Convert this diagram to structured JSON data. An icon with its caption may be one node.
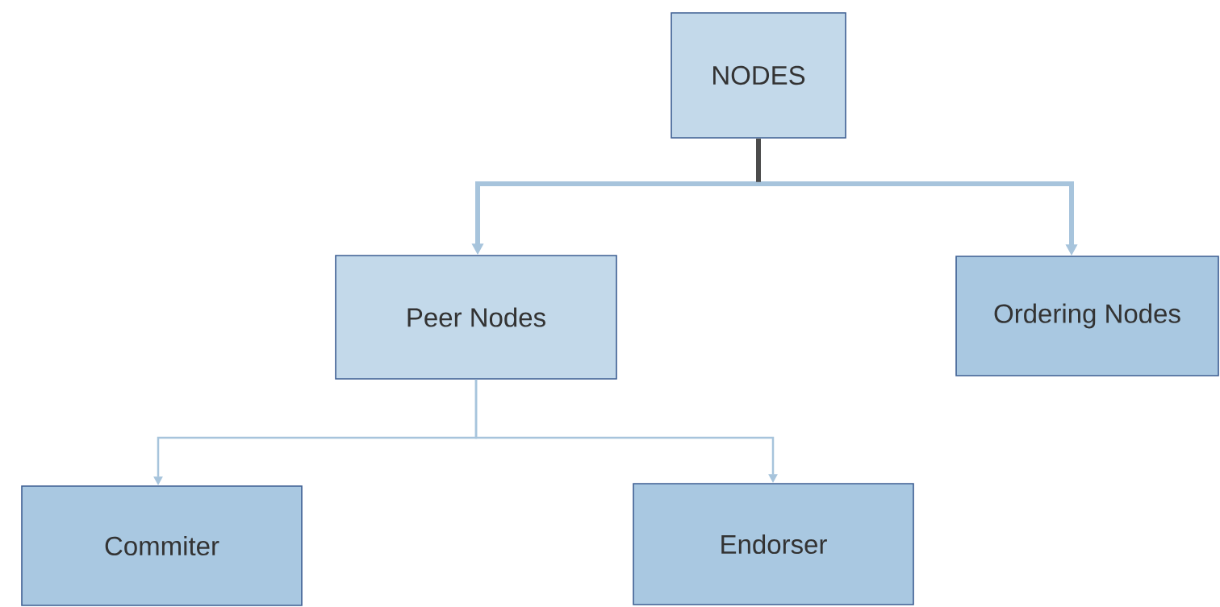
{
  "diagram": {
    "nodes": [
      {
        "text": [
          "NODES"
        ]
      },
      {
        "text": [
          "Peer Nodes"
        ]
      },
      {
        "text": [
          "Ordering Nodes"
        ]
      },
      {
        "text": [
          "Commiter"
        ]
      },
      {
        "text": [
          "Endorser"
        ]
      }
    ],
    "edges": [
      {
        "from": 0,
        "to": 1,
        "arrow": "to",
        "style": "thick"
      },
      {
        "from": 0,
        "to": 2,
        "arrow": "to",
        "style": "thick"
      },
      {
        "from": 1,
        "to": 3,
        "arrow": "to"
      },
      {
        "from": 1,
        "to": 4,
        "arrow": "to"
      }
    ]
  }
}
